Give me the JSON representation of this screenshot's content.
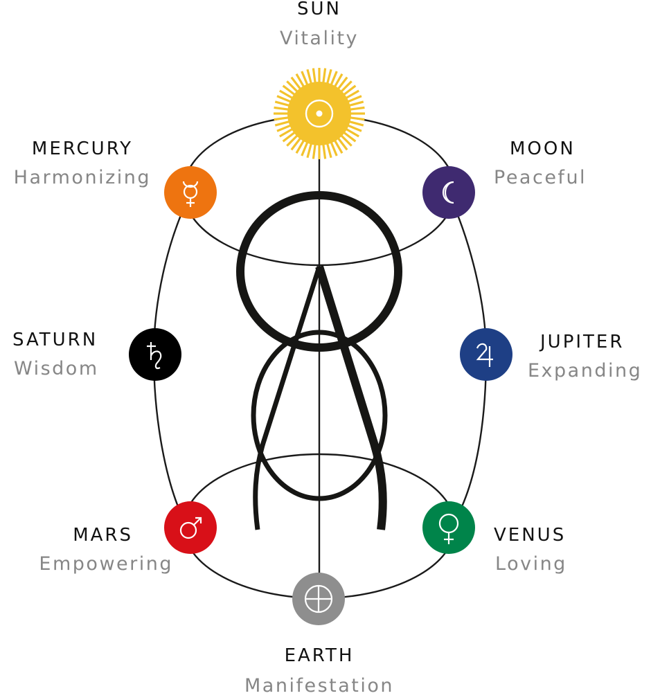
{
  "diagram": {
    "colors": {
      "line": "#1a1a1a",
      "name_text": "#111111",
      "quality_text": "#868686",
      "sun": "#f3c22c",
      "mercury": "#ee7410",
      "moon": "#3f2a70",
      "saturn": "#000000",
      "jupiter": "#1e3f85",
      "mars": "#d81018",
      "venus": "#00844a",
      "earth": "#8e8e8e"
    },
    "planets": {
      "sun": {
        "name": "SUN",
        "quality": "Vitality",
        "symbol": "sun-symbol"
      },
      "mercury": {
        "name": "MERCURY",
        "quality": "Harmonizing",
        "symbol": "mercury-symbol"
      },
      "moon": {
        "name": "MOON",
        "quality": "Peaceful",
        "symbol": "moon-symbol"
      },
      "saturn": {
        "name": "SATURN",
        "quality": "Wisdom",
        "symbol": "saturn-symbol"
      },
      "jupiter": {
        "name": "JUPITER",
        "quality": "Expanding",
        "symbol": "jupiter-symbol"
      },
      "mars": {
        "name": "MARS",
        "quality": "Empowering",
        "symbol": "mars-symbol"
      },
      "venus": {
        "name": "VENUS",
        "quality": "Loving",
        "symbol": "venus-symbol"
      },
      "earth": {
        "name": "EARTH",
        "quality": "Manifestation",
        "symbol": "earth-symbol"
      }
    }
  }
}
